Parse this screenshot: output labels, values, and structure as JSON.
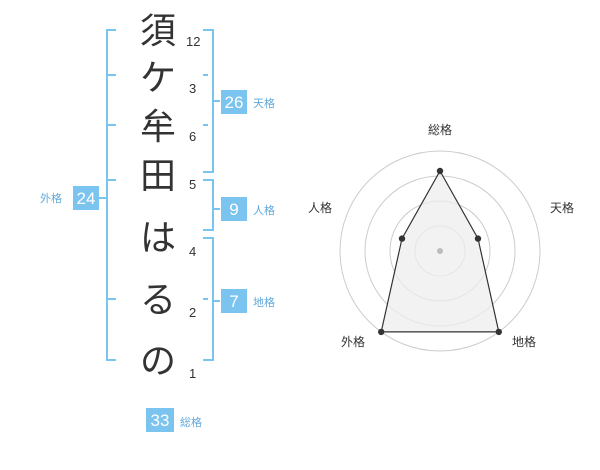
{
  "name": {
    "chars": [
      "須",
      "ケ",
      "牟",
      "田",
      "は",
      "る",
      "の"
    ],
    "strokes": [
      "12",
      "3",
      "6",
      "5",
      "4",
      "2",
      "1"
    ]
  },
  "kaku": {
    "tenkaku": {
      "value": "26",
      "label": "天格"
    },
    "jinkaku": {
      "value": "9",
      "label": "人格"
    },
    "chikaku": {
      "value": "7",
      "label": "地格"
    },
    "gaikaku": {
      "value": "24",
      "label": "外格"
    },
    "soukaku": {
      "value": "33",
      "label": "総格"
    }
  },
  "colors": {
    "bracket": "#7cc4f0",
    "badge": "#7cc4f0",
    "badge_label": "#62a8da",
    "text": "#333333",
    "ring": "#cccccc",
    "polygon_fill": "#eeeeee",
    "polygon_stroke": "#333333"
  },
  "chart_data": {
    "type": "radar",
    "axes": [
      "総格",
      "天格",
      "地格",
      "外格",
      "人格"
    ],
    "values": [
      0.8,
      0.4,
      1.0,
      1.0,
      0.4
    ],
    "rings": 4
  }
}
